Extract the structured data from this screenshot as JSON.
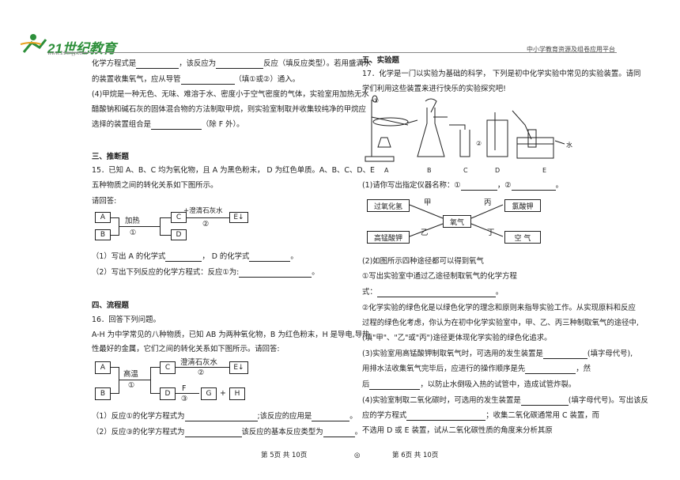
{
  "header": {
    "logo_text": "21世纪教育",
    "logo_url": "www.21cnjy.com",
    "right_text": "中小学教育资源及组卷应用平台"
  },
  "left": {
    "l1": "化学方程式是",
    "l1b": "，该反应为",
    "l1c": "反应（填反应类型）。若用盛满水",
    "l2": "的装置收集氧气，应从导管",
    "l2b": "（填①或②）通入。",
    "l3": "(4)甲烷是一种无色、无味、难溶于水、密度小于空气密度的气体，实验室用加热无水",
    "l4": "醋酸钠和碱石灰的固体混合物的方法制取甲烷，则实验室制取并收集较纯净的甲烷应",
    "l5": "选择的装置组合是",
    "l5b": "（除 F 外）。",
    "sec3": "三、推断题",
    "q15a": "15．已知 A、B、C 均为氧化物，且 A 为黑色粉末， D 为红色单质。A、B、C、D、E",
    "q15b": "五种物质之间的转化关系如下图所示。",
    "q15c": "请回答:",
    "d1": {
      "A": "A",
      "B": "B",
      "C": "C",
      "D": "D",
      "E": "E↓",
      "cond1": "加热",
      "n1": "①",
      "cond2": "+澄清石灰水",
      "n2": "②"
    },
    "q15_1": "（1）写出 A 的化学式",
    "q15_1b": "， D 的化学式",
    "q15_1c": "。",
    "q15_2": "（2）写出下列反应的化学方程式：反应①为:",
    "q15_2b": "。",
    "sec4": "四、流程题",
    "q16": "16．回答下列问题。",
    "q16a": "A-H 为中学常见的八种物质，已知 AB 为两种氧化物，B 为红色粉末，H 是导电,导热",
    "q16b": "性最好的金属，它们之间的转化关系如下图所示。请回答:",
    "d2": {
      "A": "A",
      "B": "B",
      "C": "C",
      "D": "D",
      "E": "E↓",
      "G": "G",
      "H": "H",
      "cond1": "高温",
      "n1": "①",
      "cond2": "澄清石灰水",
      "n2": "②",
      "cond3": "F",
      "n3": "③",
      "plus": "+"
    },
    "q16_1": "（1）反应①的化学方程式为",
    "q16_1b": ";该反应的应用是",
    "q16_1c": "。",
    "q16_2": "（2）反应③的化学方程式为",
    "q16_2b": "该反应的基本反应类型为",
    "q16_2c": "。"
  },
  "right": {
    "sec5": "五、实验题",
    "q17a": "17．化学是一门以实验为基础的科学， 下列是初中化学实验中常见的实验装置。请同",
    "q17b": "学们利用这些装置来进行快乐的实验探究吧!",
    "app_labels": [
      "A",
      "B",
      "C",
      "D",
      "E"
    ],
    "circ1": "①",
    "circ2": "②",
    "water": "水",
    "q17_1": "(1)请你写出指定仪器名称：①",
    "q17_1b": "，②",
    "q17_1c": "。",
    "d3": {
      "b1": "过氧化氢",
      "b2": "氯酸钾",
      "b3": "高锰酸钾",
      "b4": "空  气",
      "center": "氧气",
      "jia": "甲",
      "yi": "乙",
      "bing": "丙",
      "ding": "丁"
    },
    "q17_2": "(2)如图所示四种途径都可以得到氧气",
    "q17_2a": "①写出实验室中通过乙途径制取氧气的化学方程",
    "q17_2b": "式：",
    "q17_2c": "。",
    "q17_2d": "②化学实验的绿色化是以绿色化学的理念和原则来指导实验工作。从实现原料和反应",
    "q17_2e": "过程的绿色化考虑，你认为在初中化学实验室中，甲、乙、丙三种制取氧气的途径中,",
    "q17_2f": "(填\"甲\"、\"乙\"或\"丙\")途径更体现化学实验的绿色化追求。",
    "q17_3a": "(3)实验室用高锰酸钾制取氧气时，可选用的发生装置是",
    "q17_3a2": "(填字母代号),",
    "q17_3b": "用排水法收集氧气完毕后，应进行的操作顺序是先",
    "q17_3b2": "，然",
    "q17_3c": "后",
    "q17_3c2": "，以防止水倒吸入热的试管中，造成试管炸裂。",
    "q17_4a": "(4)实验室制取二氧化碳时，可选用的发生装置是",
    "q17_4a2": "(填字母代号)。写出该反",
    "q17_4b": "应的学方程式",
    "q17_4b2": "；收集二氧化碳通常用 C 装置，而",
    "q17_4c": "不选用 D 或 E 装置，试从二氧化碳性质的角度来分析其原"
  },
  "footer": {
    "left_page": "第 5页  共 10页",
    "center": "◎",
    "right_page": "第 6页  共 10页"
  }
}
